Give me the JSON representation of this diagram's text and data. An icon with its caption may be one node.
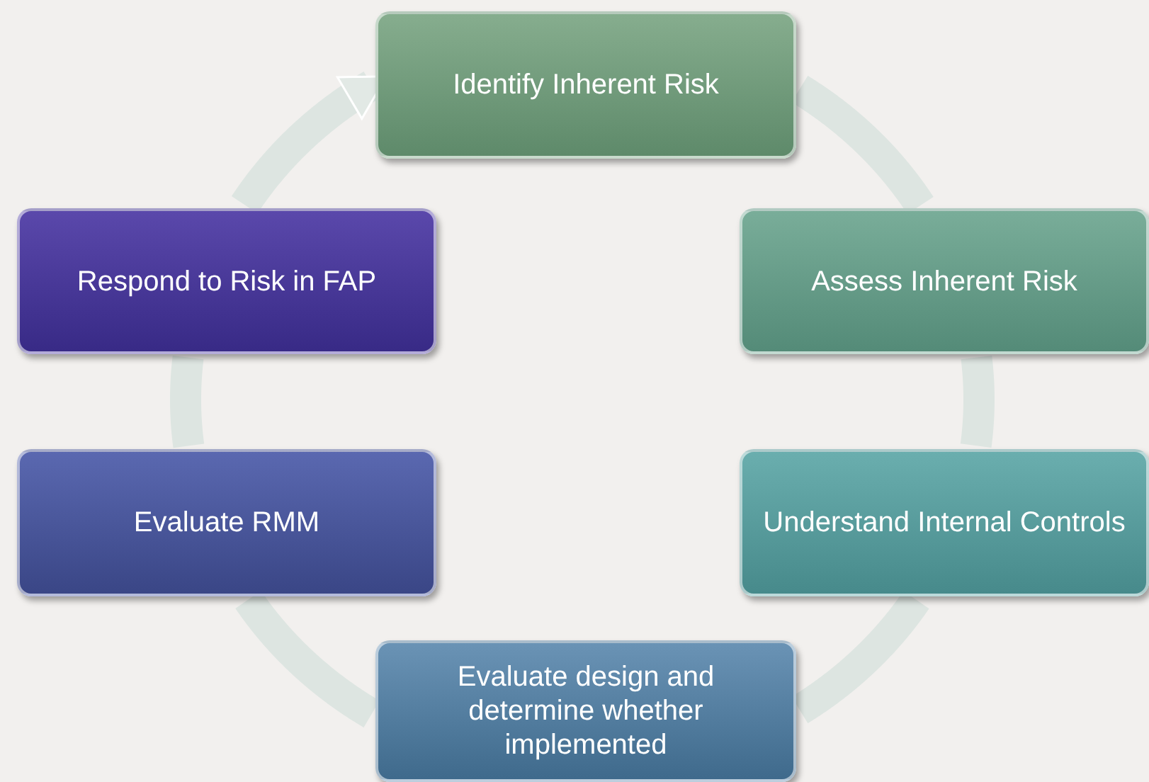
{
  "diagram": {
    "nodes": [
      {
        "text": [
          "Identify Inherent Risk"
        ]
      },
      {
        "text": [
          "Assess Inherent Risk"
        ]
      },
      {
        "text": [
          "Understand Internal Controls"
        ]
      },
      {
        "text": [
          "Evaluate design and determine whether implemented"
        ]
      },
      {
        "text": [
          "Evaluate RMM"
        ]
      },
      {
        "text": [
          "Respond to Risk in FAP"
        ]
      }
    ],
    "edges": [
      {
        "from": 0,
        "to": 1,
        "arrow": "none"
      },
      {
        "from": 1,
        "to": 2,
        "arrow": "none"
      },
      {
        "from": 2,
        "to": 3,
        "arrow": "none"
      },
      {
        "from": 3,
        "to": 4,
        "arrow": "none"
      },
      {
        "from": 4,
        "to": 5,
        "arrow": "none"
      },
      {
        "from": 5,
        "to": 0,
        "arrow": "to"
      }
    ]
  }
}
